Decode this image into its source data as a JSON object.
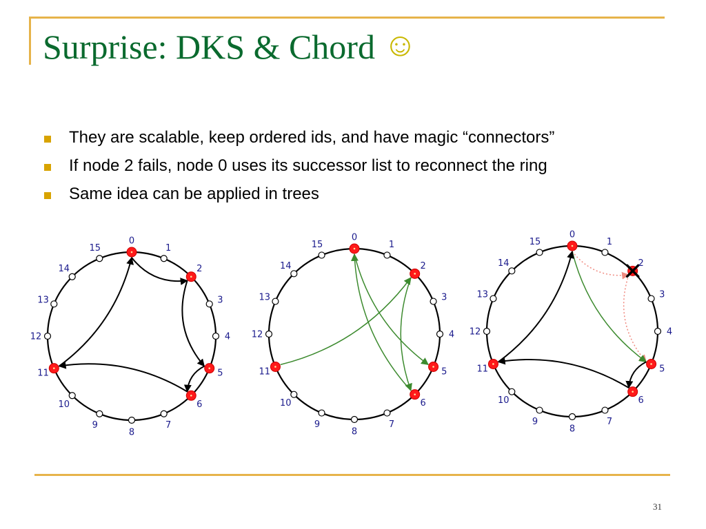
{
  "slide": {
    "title": "Surprise: DKS & Chord",
    "title_emoji": "☺",
    "page_number": "31",
    "bullets": [
      "They are scalable, keep ordered ids, and have magic “connectors”",
      "If node 2 fails, node 0 uses its successor list to reconnect the ring",
      "Same idea can be applied in trees"
    ]
  },
  "diagram": {
    "node_labels": [
      "0",
      "1",
      "2",
      "3",
      "4",
      "5",
      "6",
      "7",
      "8",
      "9",
      "10",
      "11",
      "12",
      "13",
      "14",
      "15"
    ],
    "active_nodes": [
      0,
      2,
      5,
      6,
      11
    ],
    "colors": {
      "active_node": "#ff1a1a",
      "idle_node": "#ffffff",
      "label": "#1a1a8c",
      "ring1_edges": "#000000",
      "ring2_edges": "#3c8a2e",
      "ring3_green": "#3c8a2e",
      "ring3_black": "#000000",
      "ring3_dotted": "#f08a80"
    },
    "rings": [
      {
        "failed_node": null,
        "edges": [
          {
            "from": 0,
            "to": 2,
            "style": "black"
          },
          {
            "from": 2,
            "to": 5,
            "style": "black"
          },
          {
            "from": 5,
            "to": 6,
            "style": "black"
          },
          {
            "from": 6,
            "to": 11,
            "style": "black"
          },
          {
            "from": 11,
            "to": 0,
            "style": "black"
          }
        ]
      },
      {
        "failed_node": null,
        "edges": [
          {
            "from": 0,
            "to": 5,
            "style": "green"
          },
          {
            "from": 2,
            "to": 6,
            "style": "green"
          },
          {
            "from": 6,
            "to": 0,
            "style": "green"
          },
          {
            "from": 11,
            "to": 2,
            "style": "green"
          }
        ]
      },
      {
        "failed_node": 2,
        "edges": [
          {
            "from": 0,
            "to": 2,
            "style": "dotted"
          },
          {
            "from": 2,
            "to": 5,
            "style": "dotted"
          },
          {
            "from": 0,
            "to": 5,
            "style": "green"
          },
          {
            "from": 5,
            "to": 6,
            "style": "black"
          },
          {
            "from": 6,
            "to": 11,
            "style": "black"
          },
          {
            "from": 11,
            "to": 0,
            "style": "black"
          }
        ]
      }
    ]
  }
}
